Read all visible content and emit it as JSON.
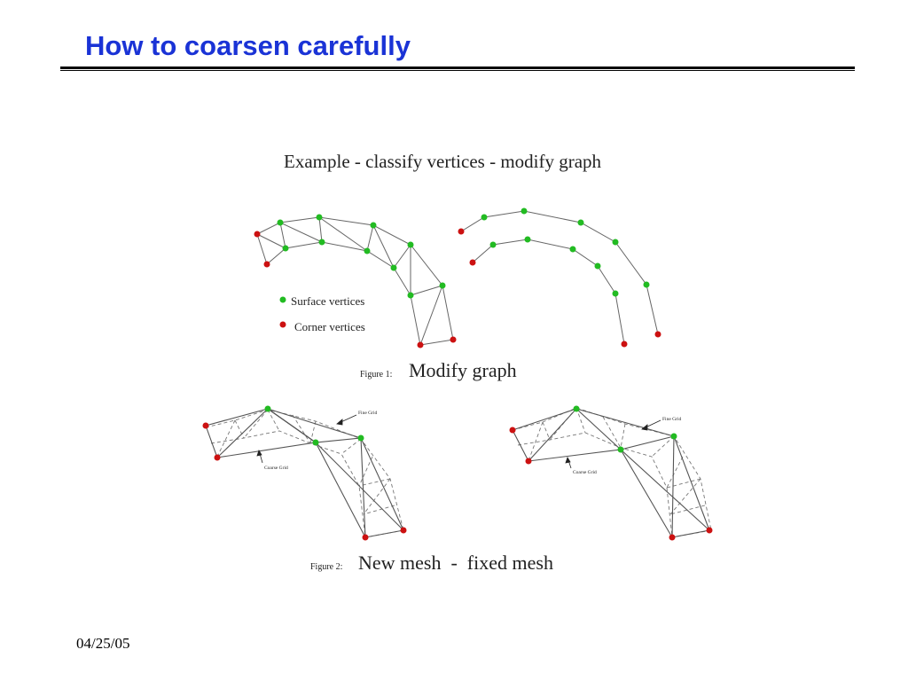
{
  "slide": {
    "title": "How to coarsen carefully",
    "date": "04/25/05"
  },
  "figure": {
    "heading": "Example - classify vertices - modify graph",
    "legend": {
      "surface": "Surface vertices",
      "corner": "Corner vertices"
    },
    "fig1_prefix": "Figure 1:",
    "fig1_caption": "Modify graph",
    "fig2_prefix": "Figure 2:",
    "fig2_caption": "New mesh  -  fixed mesh",
    "fine_grid": "Fine Grid",
    "coarse_grid": "Coarse Grid",
    "colors": {
      "surface": "#22bb22",
      "corner": "#cc1111"
    }
  }
}
